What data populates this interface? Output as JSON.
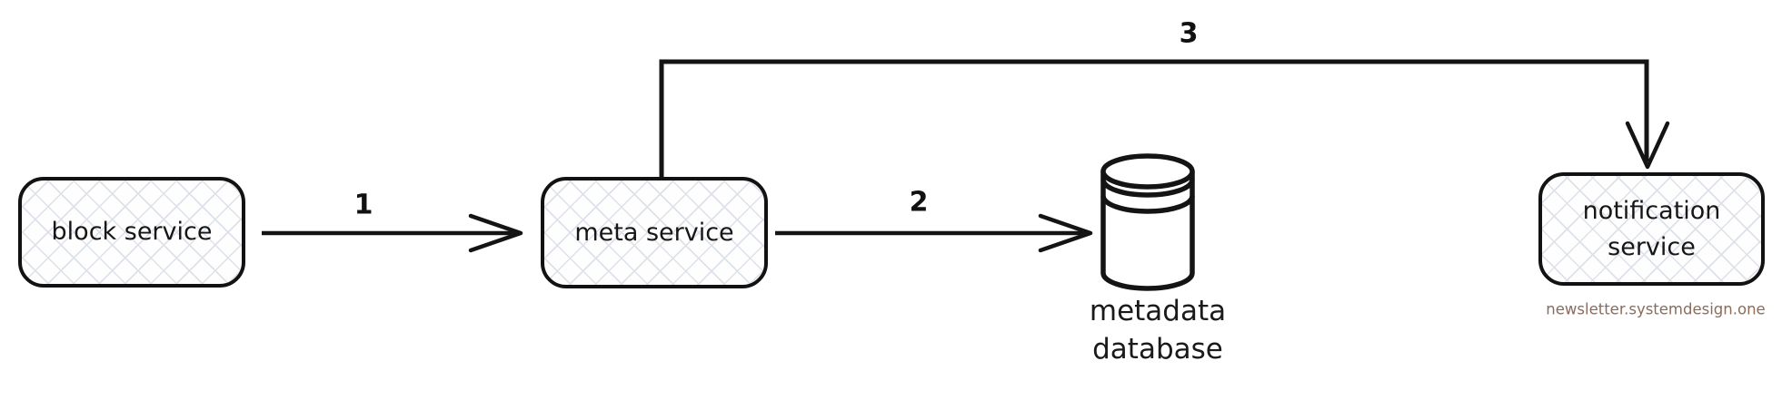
{
  "nodes": {
    "block_service": {
      "label": "block service"
    },
    "meta_service": {
      "label": "meta service"
    },
    "notification_service": {
      "line1": "notification",
      "line2": "service"
    },
    "metadata_database": {
      "line1": "metadata",
      "line2": "database",
      "icon": "database-icon"
    }
  },
  "arrows": {
    "one": {
      "label": "1",
      "from": "block service",
      "to": "meta service"
    },
    "two": {
      "label": "2",
      "from": "meta service",
      "to": "metadata database"
    },
    "three": {
      "label": "3",
      "from": "meta service",
      "to": "notification service"
    }
  },
  "watermark": {
    "text": "newsletter.systemdesign.one",
    "color": "#8b6c5c"
  },
  "colors": {
    "stroke": "#141414",
    "crosshatch": "#dde1e8",
    "background": "#ffffff"
  }
}
